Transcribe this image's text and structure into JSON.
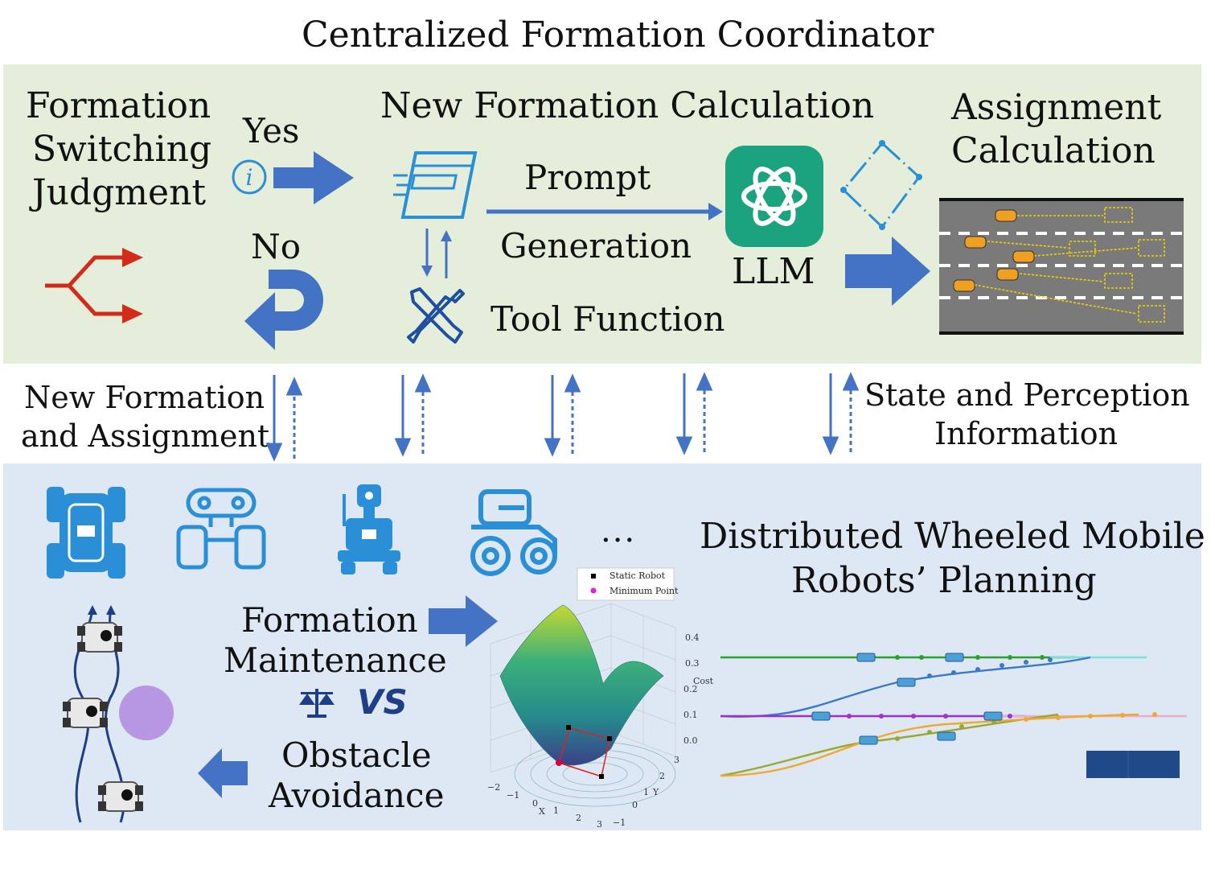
{
  "title": "Centralized Formation Coordinator",
  "top": {
    "judgment_lines": [
      "Formation",
      "Switching",
      "Judgment"
    ],
    "yes_label": "Yes",
    "no_label": "No",
    "new_formation_title": "New Formation Calculation",
    "prompt_label": "Prompt",
    "generation_label": "Generation",
    "tool_function_label": "Tool Function",
    "llm_label": "LLM",
    "assignment_lines": [
      "Assignment",
      "Calculation"
    ]
  },
  "middle": {
    "left_lines": [
      "New Formation",
      "and Assignment"
    ],
    "right_lines": [
      "State and Perception",
      "Information"
    ]
  },
  "bottom": {
    "ellipsis": "...",
    "distributed_lines": [
      "Distributed Wheeled Mobile",
      "Robots’ Planning"
    ],
    "maintenance_lines": [
      "Formation",
      "Maintenance"
    ],
    "vs_label": "VS",
    "obstacle_lines": [
      "Obstacle",
      "Avoidance"
    ]
  },
  "plot3d": {
    "legend": [
      "Static Robot",
      "Minimum Point"
    ],
    "legend_colors": [
      "#000000",
      "#e020e0"
    ],
    "x_label": "X",
    "y_label": "Y",
    "z_label": "Cost",
    "x_ticks": [
      "−2",
      "−1",
      "0",
      "1",
      "2",
      "3"
    ],
    "y_ticks": [
      "3",
      "2",
      "1",
      "0",
      "−1"
    ],
    "z_ticks": [
      "0.4",
      "0.3",
      "0.2",
      "0.1",
      "0.0"
    ]
  },
  "colors": {
    "top_panel": "#e4eedb",
    "bottom_panel": "#dde8f4",
    "arrow_blue": "#4472c4",
    "icon_blue": "#2a8fd6",
    "llm_green": "#1aa37e",
    "switch_red": "#d42a1a"
  }
}
